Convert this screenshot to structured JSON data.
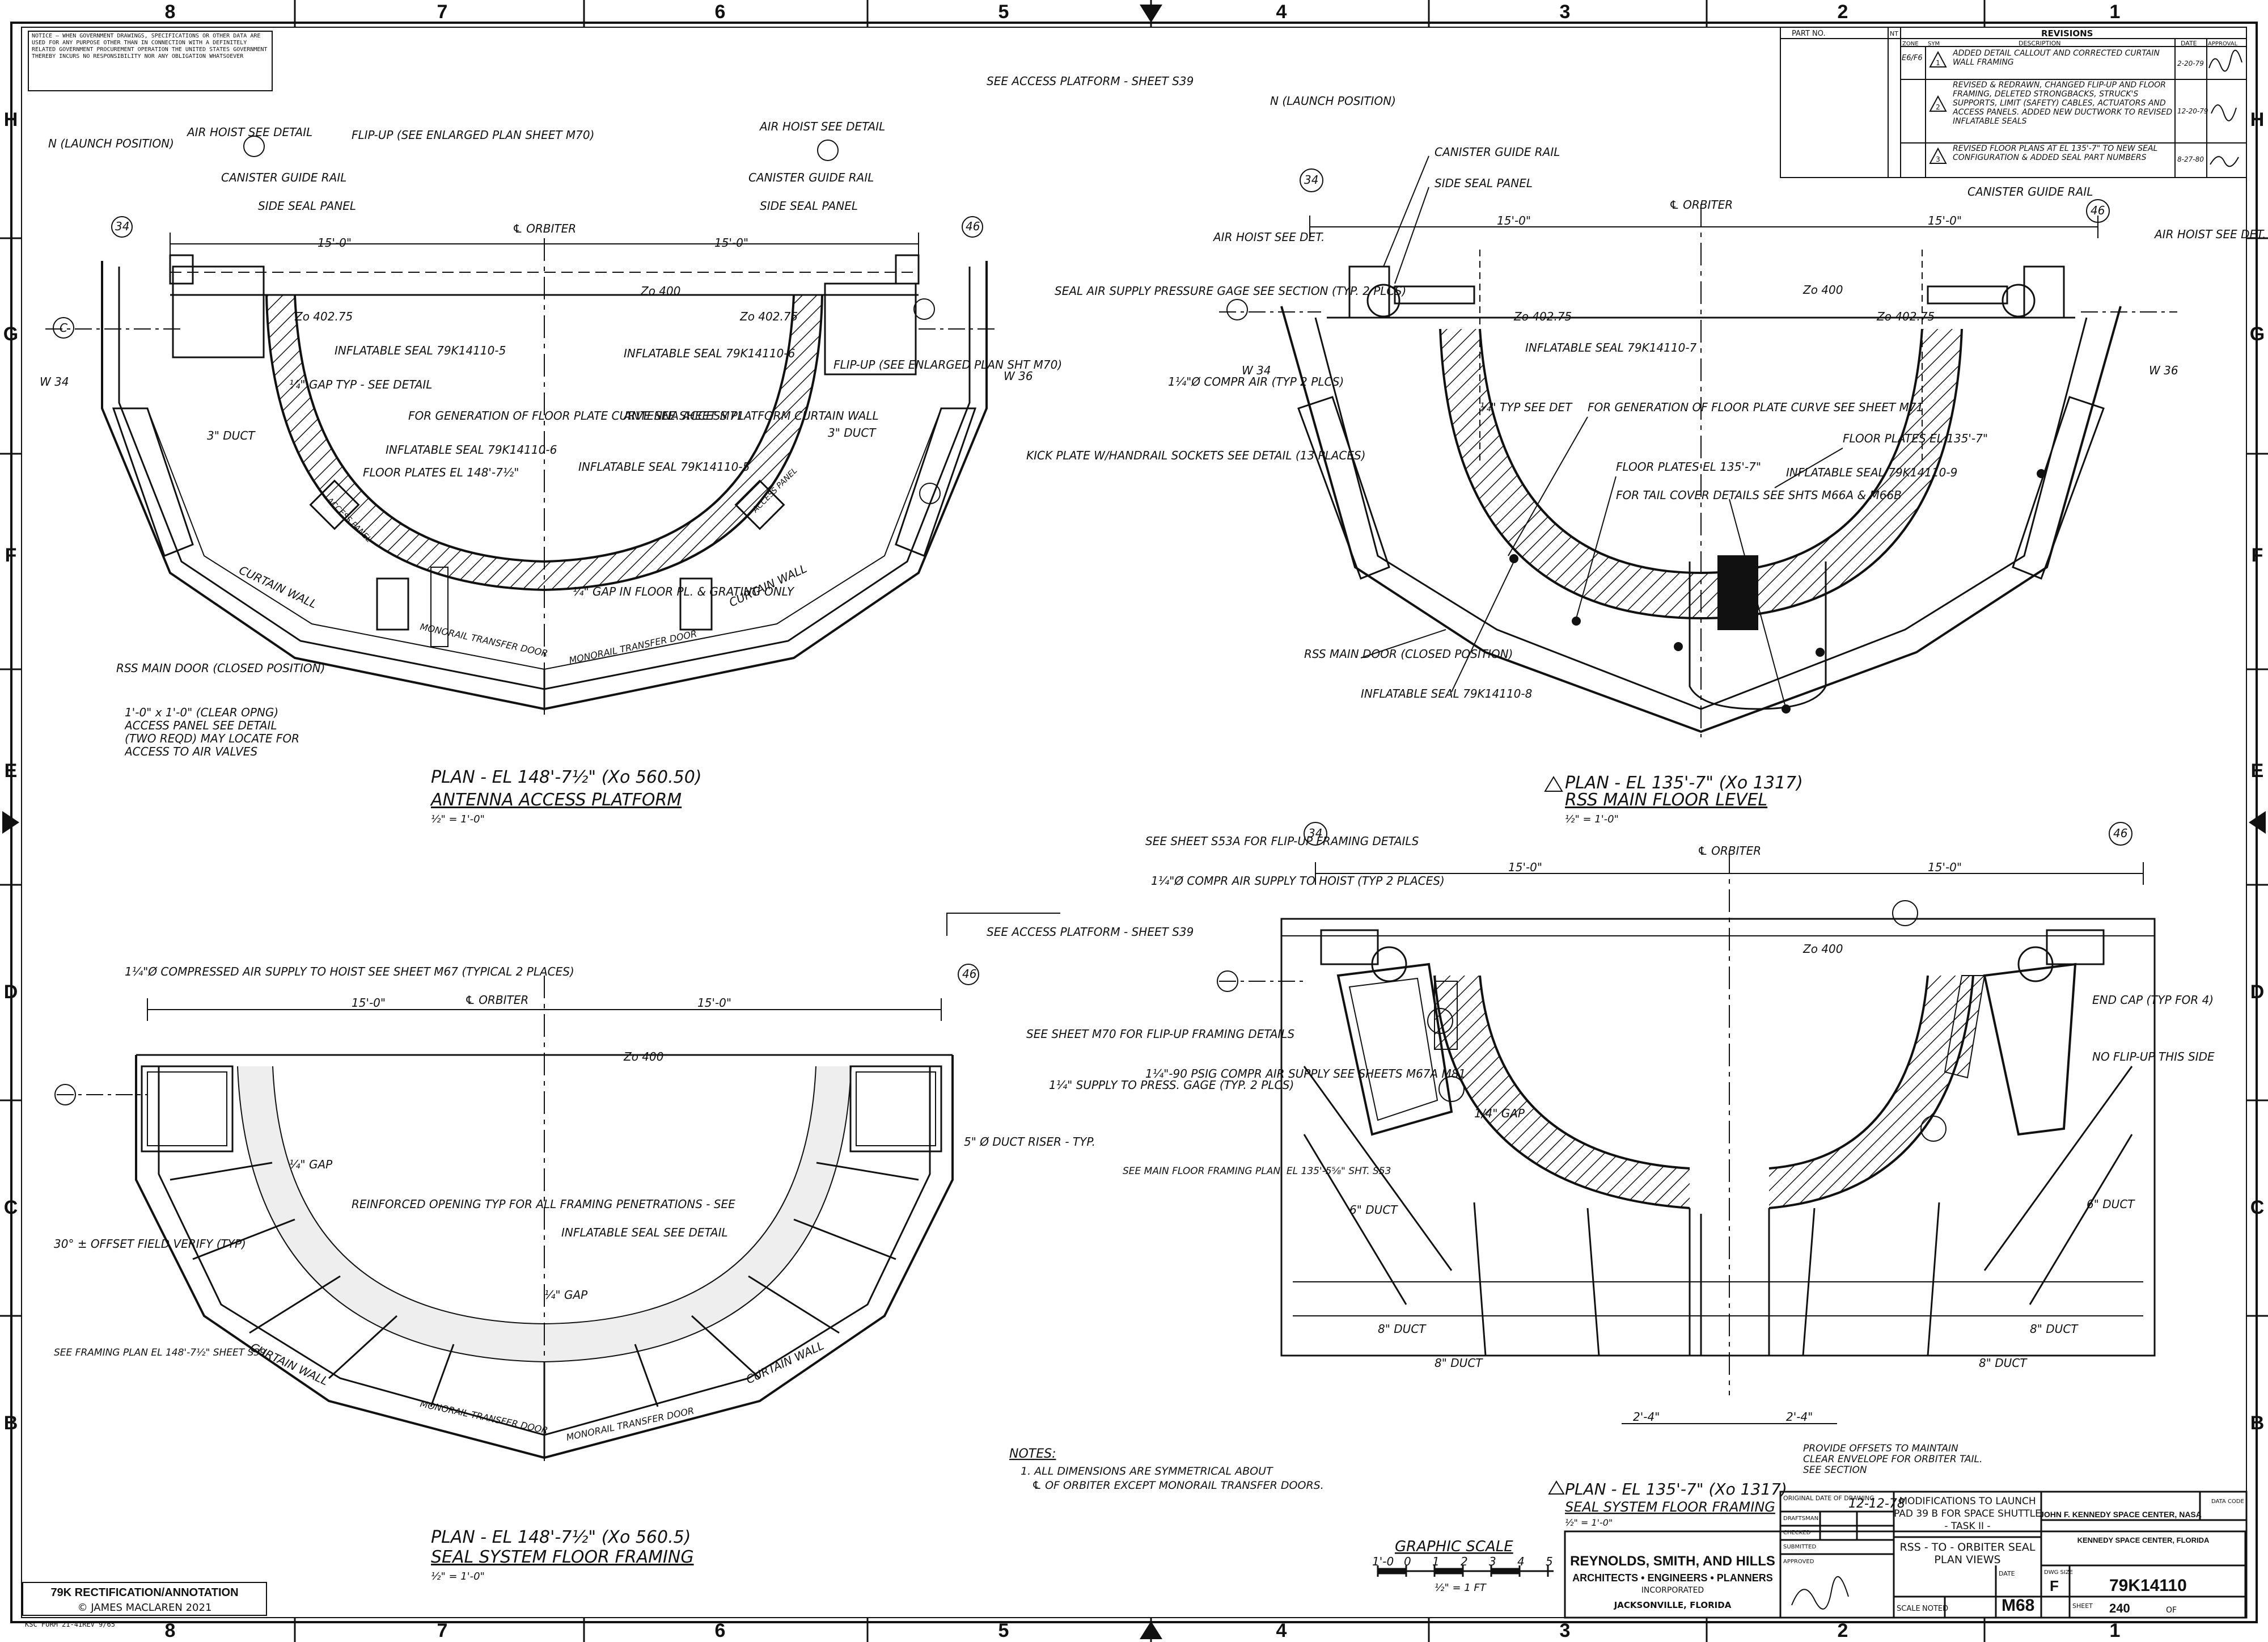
{
  "border": {
    "top_zones": [
      "8",
      "7",
      "6",
      "5",
      "4",
      "3",
      "2",
      "1"
    ],
    "bottom_zones": [
      "8",
      "7",
      "6",
      "5",
      "4",
      "3",
      "2",
      "1"
    ],
    "left_zones": [
      "H",
      "G",
      "F",
      "E",
      "D",
      "C",
      "B"
    ],
    "right_zones": [
      "H",
      "G",
      "F",
      "E",
      "D",
      "C",
      "B"
    ]
  },
  "notice": "NOTICE — WHEN GOVERNMENT DRAWINGS, SPECIFICATIONS OR OTHER DATA ARE USED FOR ANY PURPOSE OTHER THAN IN CONNECTION WITH A DEFINITELY RELATED GOVERNMENT PROCUREMENT OPERATION THE UNITED STATES GOVERNMENT THEREBY INCURS NO RESPONSIBILITY NOR ANY OBLIGATION WHATSOEVER",
  "revisions": {
    "part_no_label": "PART NO.",
    "nt_label": "NT",
    "title": "REVISIONS",
    "col_zone": "ZONE",
    "col_sym": "SYM",
    "col_desc": "DESCRIPTION",
    "col_date": "DATE",
    "col_appr": "APPROVAL",
    "rows": [
      {
        "zone": "E6/F6",
        "sym": "1",
        "desc": "ADDED DETAIL CALLOUT AND CORRECTED CURTAIN WALL FRAMING",
        "date": "2-20-79"
      },
      {
        "zone": "",
        "sym": "2",
        "desc": "REVISED & REDRAWN, CHANGED FLIP-UP AND FLOOR FRAMING, DELETED STRONGBACKS, STRUCK'S SUPPORTS, LIMIT (SAFETY) CABLES, ACTUATORS AND ACCESS PANELS. ADDED NEW DUCTWORK TO REVISED INFLATABLE SEALS",
        "date": "12-20-79"
      },
      {
        "zone": "",
        "sym": "3",
        "desc": "REVISED FLOOR PLANS AT EL 135'-7\" TO NEW SEAL CONFIGURATION & ADDED SEAL PART NUMBERS",
        "date": "8-27-80"
      }
    ]
  },
  "views": {
    "antenna": {
      "title": "PLAN - EL 148'-7½\" (Xo 560.50)",
      "subtitle": "ANTENNA ACCESS PLATFORM",
      "scale": "½\" = 1'-0\"",
      "labels": {
        "launch": "N (LAUNCH POSITION)",
        "air_hoist": "AIR HOIST SEE DETAIL",
        "guide_rail": "CANISTER GUIDE RAIL",
        "side_seal": "SIDE SEAL PANEL",
        "flip_up": "FLIP-UP (SEE ENLARGED PLAN SHEET M70)",
        "see_access": "SEE ACCESS PLATFORM - SHEET S39",
        "seal_air": "SEAL AIR SUPPLY PRESSURE GAGE SEE SECTION (TYP. 2 PLCS)",
        "infl_left": "INFLATABLE SEAL 79K14110-5",
        "infl_mid": "INFLATABLE SEAL 79K14110-6",
        "gap": "¼\" GAP TYP - SEE DETAIL",
        "floor_gen": "FOR GENERATION OF FLOOR PLATE CURVE SEE SHEET M71",
        "infl_6": "INFLATABLE SEAL 79K14110-6",
        "floor_plates": "FLOOR PLATES EL 148'-7½\"",
        "infl_5": "INFLATABLE SEAL 79K14110-5",
        "antenna_wall": "ANTENNA ACCESS PLATFORM CURTAIN WALL",
        "flip_up_r": "FLIP-UP (SEE ENLARGED PLAN SHT M70)",
        "kick_plate": "KICK PLATE W/HANDRAIL SOCKETS SEE DETAIL (13 PLACES)",
        "duct_l": "3\" DUCT",
        "duct_r": "3\" DUCT",
        "curtain": "CURTAIN WALL",
        "curtain_r": "CURTAIN WALL",
        "gap_floor": "¼\" GAP IN FLOOR PL. & GRATING ONLY",
        "monorail_l": "MONORAIL TRANSFER DOOR",
        "monorail_r": "MONORAIL TRANSFER DOOR",
        "rss_door": "RSS MAIN DOOR (CLOSED POSITION)",
        "access_panel": "1'-0\" x 1'-0\" (CLEAR OPNG) ACCESS PANEL SEE DETAIL (TWO REQD) MAY LOCATE FOR ACCESS TO AIR VALVES",
        "access_label": "ACCESS PANEL",
        "orbiter": "℄ ORBITER",
        "dim_15a": "15'-0\"",
        "dim_15b": "15'-0\"",
        "zo402a": "Zo 402.75",
        "zo400": "Zo 400",
        "zo402b": "Zo 402.75",
        "w34": "W 34",
        "w36": "W 36",
        "dim_c": "C"
      }
    },
    "main_floor": {
      "title": "PLAN - EL 135'-7\" (Xo 1317)",
      "subtitle": "RSS MAIN FLOOR LEVEL",
      "scale": "½\" = 1'-0\"",
      "labels": {
        "launch": "N (LAUNCH POSITION)",
        "guide_rail": "CANISTER GUIDE RAIL",
        "side_seal": "SIDE SEAL PANEL",
        "orbiter": "℄ ORBITER",
        "air_hoist_l": "AIR HOIST SEE DET.",
        "air_hoist_r": "AIR HOIST SEE DET.",
        "compr_air": "1¼\"Ø COMPR AIR (TYP 2 PLCS)",
        "infl_7": "INFLATABLE SEAL 79K14110-7",
        "typ_see": "¼\" TYP SEE DET",
        "floor_gen": "FOR GENERATION OF FLOOR PLATE CURVE SEE SHEET M71",
        "floor_plates_r": "FLOOR PLATES EL 135'-7\"",
        "infl_9": "INFLATABLE SEAL 79K14110-9",
        "floor_plates_c": "FLOOR PLATES EL 135'-7\"",
        "tail_cover": "FOR TAIL COVER DETAILS SEE SHTS M66A & M66B",
        "rss_door": "RSS MAIN DOOR (CLOSED POSITION)",
        "infl_8": "INFLATABLE SEAL 79K14110-8",
        "dim_15a": "15'-0\"",
        "dim_15b": "15'-0\"",
        "zo402a": "Zo 402.75",
        "zo400": "Zo 400",
        "zo402b": "Zo 402.75",
        "w34": "W 34",
        "w36": "W 36",
        "guide_rail_r": "CANISTER GUIDE RAIL"
      }
    },
    "seal_framing": {
      "title": "PLAN - EL 148'-7½\" (Xo 560.5)",
      "subtitle": "SEAL SYSTEM FLOOR FRAMING",
      "scale": "½\" = 1'-0\"",
      "labels": {
        "compressed_air": "1¼\"Ø COMPRESSED AIR SUPPLY TO HOIST SEE SHEET M67 (TYPICAL 2 PLACES)",
        "orbiter": "℄ ORBITER",
        "see_access": "SEE ACCESS PLATFORM - SHEET S39",
        "see_m70": "SEE SHEET M70 FOR FLIP-UP FRAMING DETAILS",
        "supply_gage": "1¼\" SUPPLY TO PRESS. GAGE (TYP. 2 PLCS)",
        "duct_riser": "5\" Ø DUCT RISER - TYP.",
        "gap_l": "¼\" GAP",
        "reinforced": "REINFORCED OPENING TYP FOR ALL FRAMING PENETRATIONS - SEE",
        "infl_seal": "INFLATABLE SEAL SEE DETAIL",
        "offset": "30° ± OFFSET FIELD VERIFY (TYP)",
        "framing_plan": "SEE FRAMING PLAN EL 148'-7½\" SHEET S39",
        "gap_c": "¼\" GAP",
        "curtain_l": "CURTAIN WALL",
        "curtain_r": "CURTAIN WALL",
        "monorail_l": "MONORAIL TRANSFER DOOR",
        "monorail_r": "MONORAIL TRANSFER DOOR",
        "dim_15a": "15'-0\"",
        "dim_15b": "15'-0\"",
        "zo400": "Zo 400"
      }
    },
    "seal_lower": {
      "title": "PLAN - EL 135'-7\" (Xo 1317)",
      "subtitle": "SEAL SYSTEM FLOOR FRAMING",
      "scale": "½\" = 1'-0\"",
      "labels": {
        "see_s53a": "SEE SHEET S53A FOR FLIP-UP FRAMING DETAILS",
        "compr_air": "1¼\"Ø COMPR AIR SUPPLY TO HOIST (TYP 2 PLACES)",
        "orbiter": "℄ ORBITER",
        "dim_15a": "15'-0\"",
        "dim_15b": "15'-0\"",
        "zo400": "Zo 400",
        "psig": "1¼\"-90 PSIG COMPR AIR SUPPLY SEE SHEETS M67A M81",
        "gap": "1/4\" GAP",
        "main_floor": "SEE MAIN FLOOR FRAMING PLAN, EL 135'-5⅝\" SHT. S53",
        "end_cap": "END CAP (TYP FOR 4)",
        "no_flip": "NO FLIP-UP THIS SIDE",
        "duct_6l": "6\" DUCT",
        "duct_6r": "6\" DUCT",
        "duct_8l": "8\" DUCT",
        "duct_8r": "8\" DUCT",
        "duct_8c": "8\" DUCT",
        "duct_8d": "8\" DUCT",
        "provide": "PROVIDE OFFSETS TO MAINTAIN CLEAR ENVELOPE FOR ORBITER TAIL. SEE SECTION",
        "dim_24a": "2'-4\"",
        "dim_24b": "2'-4\""
      }
    }
  },
  "notes": {
    "title": "NOTES:",
    "line1": "1. ALL DIMENSIONS ARE SYMMETRICAL ABOUT",
    "line2": "℄ OF ORBITER EXCEPT MONORAIL TRANSFER DOORS."
  },
  "graphic_scale": {
    "title": "GRAPHIC SCALE",
    "ticks": [
      "1'-0",
      "0",
      "1",
      "2",
      "3",
      "4",
      "5"
    ],
    "ratio": "½\" = 1 FT"
  },
  "title_block": {
    "firm_name": "REYNOLDS, SMITH, AND HILLS",
    "firm_sub": "ARCHITECTS • ENGINEERS • PLANNERS",
    "firm_inc": "INCORPORATED",
    "firm_city": "JACKSONVILLE, FLORIDA",
    "original_date_label": "ORIGINAL DATE OF DRAWING",
    "original_date": "12-12-78",
    "drafted_label": "DRAFTSMAN",
    "checked_label": "CHECKED",
    "submitted_label": "SUBMITTED",
    "approved_label": "APPROVED",
    "proj_line1": "MODIFICATIONS TO LAUNCH",
    "proj_line2": "PAD 39 B FOR SPACE SHUTTLE",
    "proj_line3": "- TASK II -",
    "proj_line4": "RSS - TO - ORBITER SEAL",
    "proj_line5": "PLAN VIEWS",
    "agency_line1": "JOHN F. KENNEDY SPACE CENTER, NASA",
    "agency_line2": "KENNEDY SPACE CENTER, FLORIDA",
    "code_label": "DATA CODE",
    "size_label": "DWG SIZE",
    "size": "F",
    "dwg_no": "79K14110",
    "sheet_code": "M68",
    "scale_label": "SCALE",
    "scale_value": "NOTED",
    "date_label": "DATE",
    "sheet_label": "SHEET",
    "sheet_no": "240",
    "of_label": "OF"
  },
  "rectification": {
    "line1": "79K RECTIFICATION/ANNOTATION",
    "line2": "© JAMES MACLAREN 2021"
  },
  "form_no": "KSC FORM 21-41REV 9/65"
}
